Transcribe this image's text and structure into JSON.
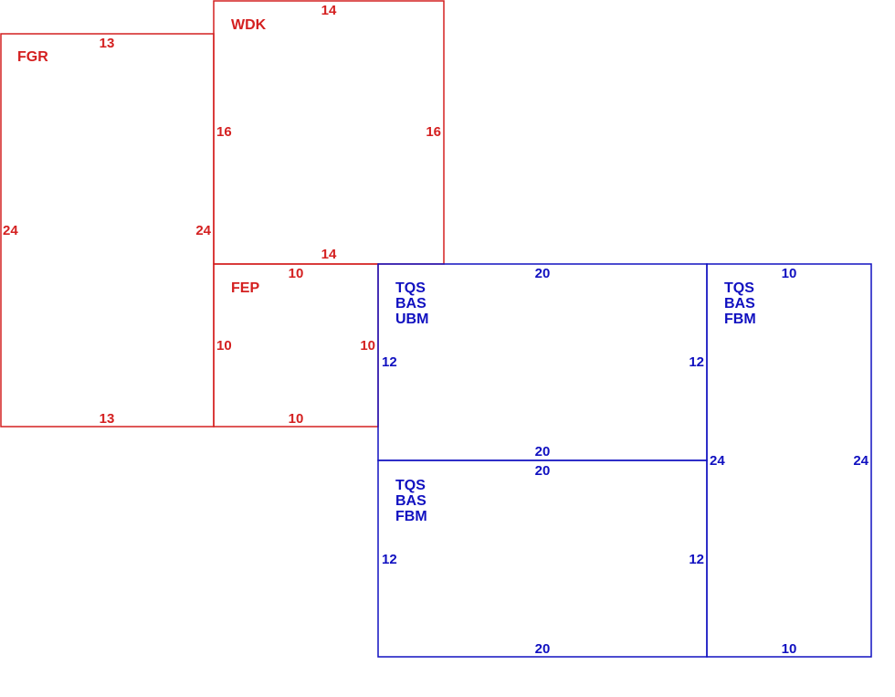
{
  "colors": {
    "upper": "#d42020",
    "lower": "#1010c0"
  },
  "rooms": [
    {
      "id": "fgr",
      "group": "upper",
      "names": [
        "FGR"
      ],
      "top": "13",
      "bottom": "13",
      "left": "24",
      "right": "24"
    },
    {
      "id": "wdk",
      "group": "upper",
      "names": [
        "WDK"
      ],
      "top": "14",
      "bottom": "14",
      "left": "16",
      "right": "16"
    },
    {
      "id": "fep",
      "group": "upper",
      "names": [
        "FEP"
      ],
      "top": "10",
      "bottom": "10",
      "left": "10",
      "right": "10"
    },
    {
      "id": "tqs-ubm",
      "group": "lower",
      "names": [
        "TQS",
        "BAS",
        "UBM"
      ],
      "top": "20",
      "bottom": "20",
      "left": "12",
      "right": "12"
    },
    {
      "id": "tqs-fbm-lower",
      "group": "lower",
      "names": [
        "TQS",
        "BAS",
        "FBM"
      ],
      "top": "20",
      "bottom": "20",
      "left": "12",
      "right": "12"
    },
    {
      "id": "tqs-fbm-right",
      "group": "lower",
      "names": [
        "TQS",
        "BAS",
        "FBM"
      ],
      "top": "10",
      "bottom": "10",
      "left": "24",
      "right": "24"
    }
  ]
}
